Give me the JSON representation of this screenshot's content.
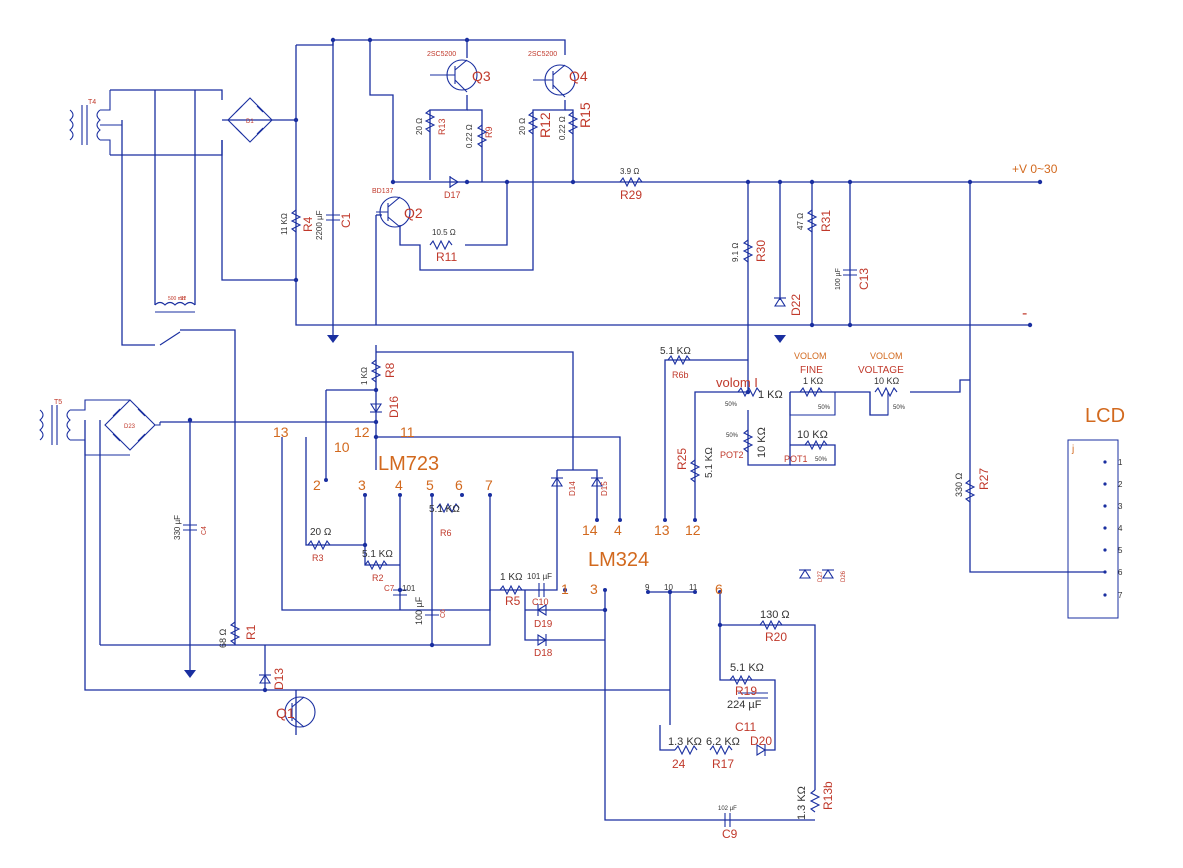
{
  "power_output": {
    "positive_label": "+V 0~30",
    "negative_label": "-"
  },
  "chips": {
    "regulator": "LM723",
    "opamp": "LM324"
  },
  "lm723_pins": [
    "13",
    "10",
    "12",
    "11",
    "2",
    "3",
    "4",
    "5",
    "6",
    "7"
  ],
  "lm324_pins": [
    "14",
    "4",
    "13",
    "12",
    "1",
    "3",
    "9",
    "10",
    "11",
    "6"
  ],
  "lcd": {
    "title": "LCD",
    "header": "j",
    "pins": [
      "1",
      "2",
      "3",
      "4",
      "5",
      "6",
      "7"
    ]
  },
  "transformers": [
    "T4",
    "T5"
  ],
  "transistors": [
    {
      "ref": "Q3",
      "part": "2SC5200"
    },
    {
      "ref": "Q4",
      "part": "2SC5200"
    },
    {
      "ref": "Q2",
      "part": "BD137"
    },
    {
      "ref": "Q1",
      "part": ""
    }
  ],
  "bridges": [
    "D1",
    "D23"
  ],
  "resistors": [
    {
      "ref": "R13",
      "value": "20 Ω"
    },
    {
      "ref": "R9",
      "value": "0.22 Ω"
    },
    {
      "ref": "R12",
      "value": "20 Ω"
    },
    {
      "ref": "R15",
      "value": "0.22 Ω"
    },
    {
      "ref": "R29",
      "value": "3.9 Ω"
    },
    {
      "ref": "R4",
      "value": "11 KΩ"
    },
    {
      "ref": "R11",
      "value": "10.5 Ω"
    },
    {
      "ref": "R30",
      "value": "9.1 Ω"
    },
    {
      "ref": "R31",
      "value": "47 Ω"
    },
    {
      "ref": "R8",
      "value": "1 KΩ"
    },
    {
      "ref": "R3",
      "value": "20 Ω"
    },
    {
      "ref": "R2",
      "value": "5.1 KΩ"
    },
    {
      "ref": "R6",
      "value": "5.1 KΩ"
    },
    {
      "ref": "R6b",
      "value": "5.1 KΩ"
    },
    {
      "ref": "R25",
      "value": "5.1 KΩ"
    },
    {
      "ref": "R5",
      "value": "1 KΩ"
    },
    {
      "ref": "R1",
      "value": "68 Ω"
    },
    {
      "ref": "R20",
      "value": "130 Ω"
    },
    {
      "ref": "R19",
      "value": "5.1 KΩ"
    },
    {
      "ref": "R17",
      "value": "6.2 KΩ"
    },
    {
      "ref": "24",
      "value": "1.3 KΩ"
    },
    {
      "ref": "R13b",
      "value": "1.3 KΩ"
    },
    {
      "ref": "R27",
      "value": "330 Ω"
    }
  ],
  "capacitors": [
    {
      "ref": "C1",
      "value": "2200 µF"
    },
    {
      "ref": "C13",
      "value": "100 µF"
    },
    {
      "ref": "C4",
      "value": "330 µF"
    },
    {
      "ref": "C7",
      "value": "101"
    },
    {
      "ref": "C6",
      "value": "100 µF"
    },
    {
      "ref": "C10",
      "value": "101 µF"
    },
    {
      "ref": "C11",
      "value": "224 µF"
    },
    {
      "ref": "C9",
      "value": "102 µF"
    }
  ],
  "diodes": [
    "D17",
    "D16",
    "D22",
    "D14",
    "D15",
    "D19",
    "D18",
    "D13",
    "D20",
    "D27",
    "D26"
  ],
  "pots": {
    "volom_i": {
      "label": "volom I",
      "value": "1 KΩ",
      "pct": "50%"
    },
    "pot2": {
      "ref": "POT2",
      "value": "10 KΩ",
      "pct": "50%"
    },
    "pot1": {
      "ref": "POT1",
      "value": "10 KΩ",
      "pct": "50%"
    },
    "fine": {
      "label1": "VOLOM",
      "label2": "FINE",
      "value": "1 KΩ",
      "pct": "50%"
    },
    "voltage": {
      "label1": "VOLOM",
      "label2": "VOLTAGE",
      "value": "10 KΩ",
      "pct": "50%"
    }
  },
  "switch": {
    "ref": "S2",
    "value": "500 mH"
  }
}
